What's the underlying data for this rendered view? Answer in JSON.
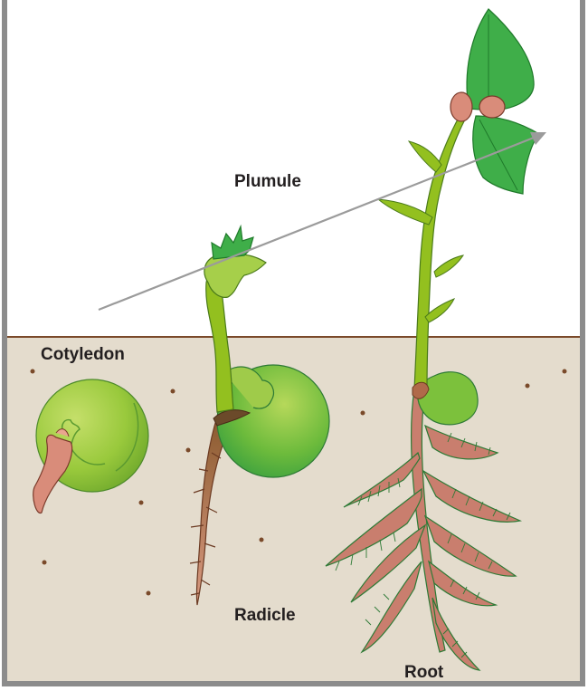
{
  "labels": {
    "plumule": "Plumule",
    "cotyledon": "Cotyledon",
    "radicle": "Radicle",
    "root": "Root"
  },
  "colors": {
    "soil": "#e4dccd",
    "soil_line": "#7a4a2a",
    "frame": "#8c8c8c",
    "leaf_green": "#3fae49",
    "stem_green": "#93c01f",
    "cotyledon_green": "#8cc63f",
    "root_pink": "#c97e6e",
    "seed_coat_pink": "#d98c7a",
    "arrow_gray": "#9b9b9b",
    "text": "#231f20"
  },
  "icons": [
    "seed-stage-1",
    "seed-stage-2",
    "seedling-stage-3",
    "growth-arrow"
  ]
}
